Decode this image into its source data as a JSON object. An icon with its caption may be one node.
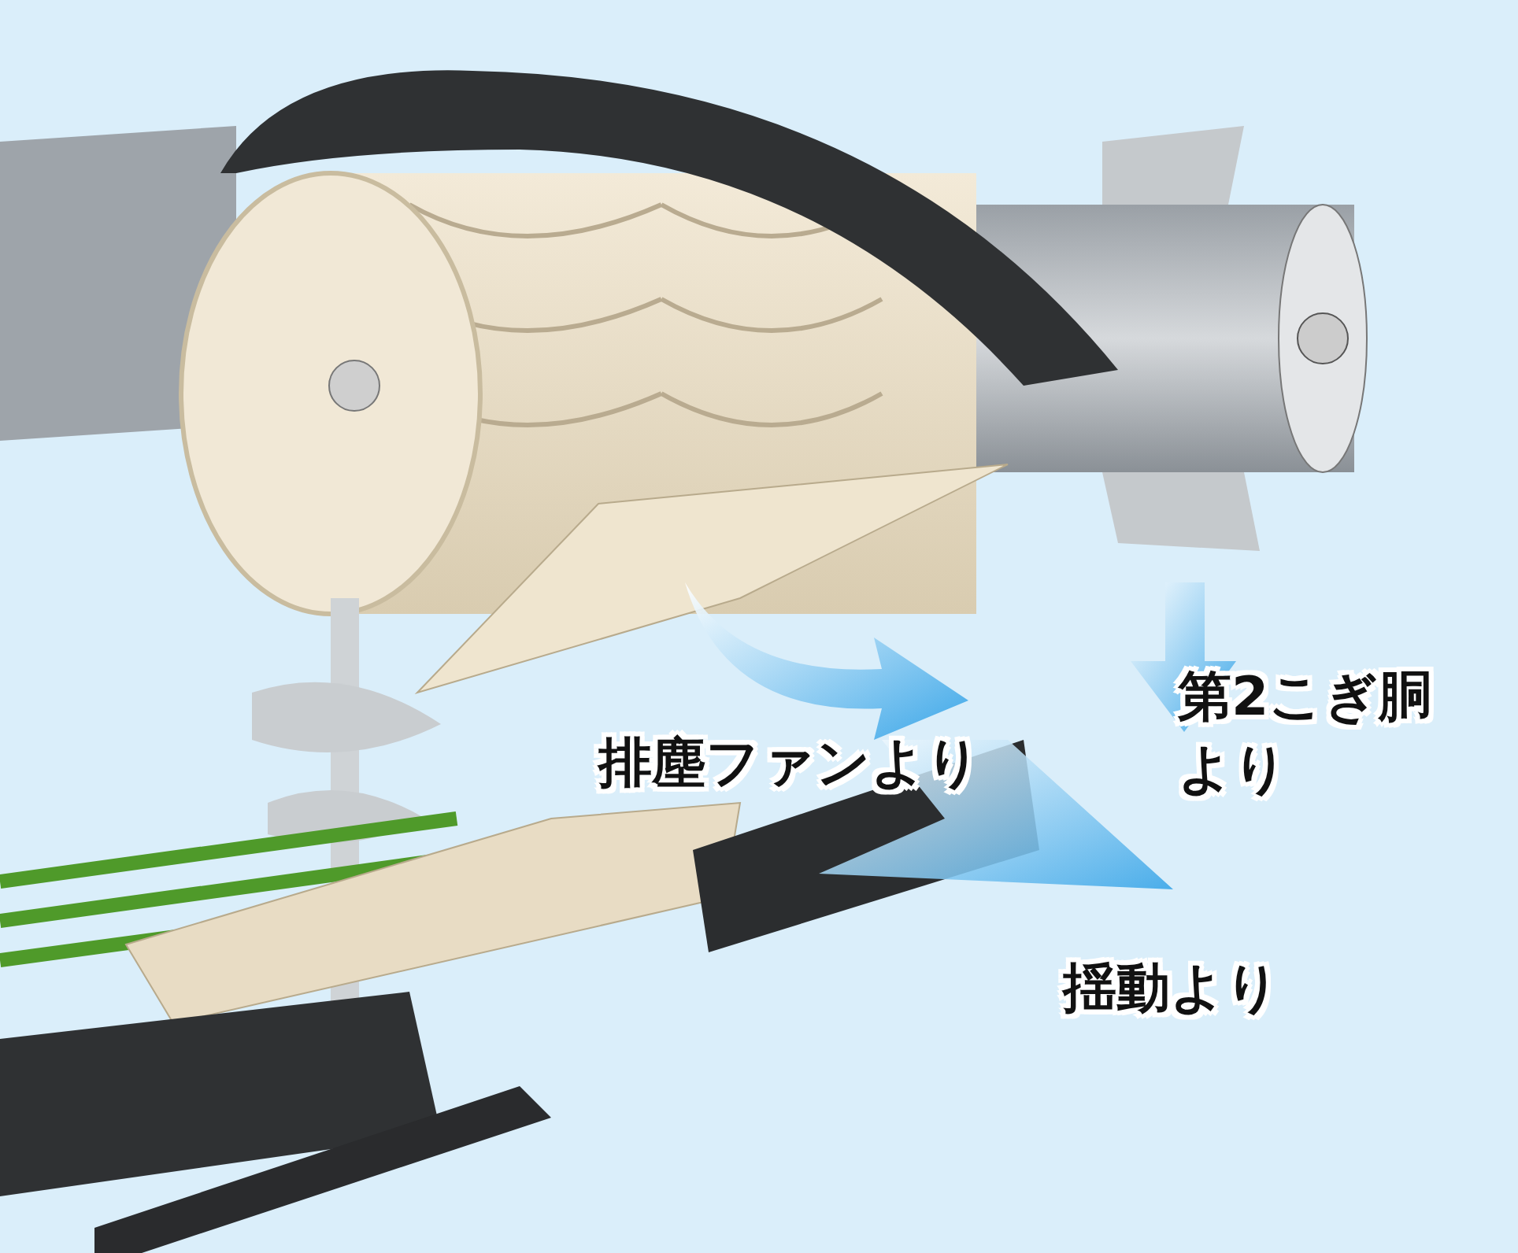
{
  "diagram": {
    "labels": [
      "排塵ファンより",
      "第2こぎ胴より",
      "揺動より"
    ]
  }
}
